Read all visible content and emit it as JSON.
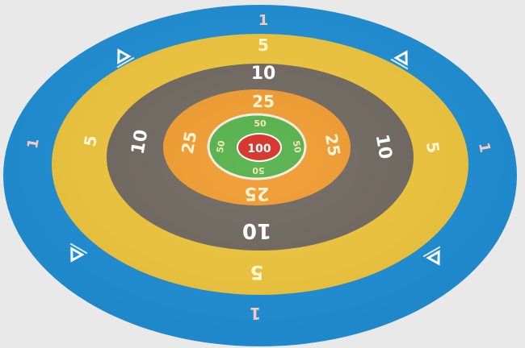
{
  "target": {
    "rings": [
      {
        "points": "1",
        "color": "#1e8fd6"
      },
      {
        "points": "5",
        "color": "#f0c63c"
      },
      {
        "points": "10",
        "color": "#6f675f"
      },
      {
        "points": "25",
        "color": "#f19b2c"
      },
      {
        "points": "50",
        "color": "#52b047"
      },
      {
        "points": "100",
        "color": "#d42a21"
      }
    ],
    "labels": {
      "ring1": "1",
      "ring5": "5",
      "ring10": "10",
      "ring25": "25",
      "ring50": "50",
      "bull": "100"
    },
    "label_colors": {
      "on_blue": "#f6c9c3",
      "on_yellow": "#fff6cf",
      "on_gray": "#ffffff",
      "on_orange": "#fff3d6",
      "on_green": "#f3e6b8",
      "on_red": "#ffffff"
    },
    "icons": [
      "logo-triangle-icon",
      "logo-triangle-icon",
      "logo-triangle-icon",
      "logo-triangle-icon"
    ]
  }
}
